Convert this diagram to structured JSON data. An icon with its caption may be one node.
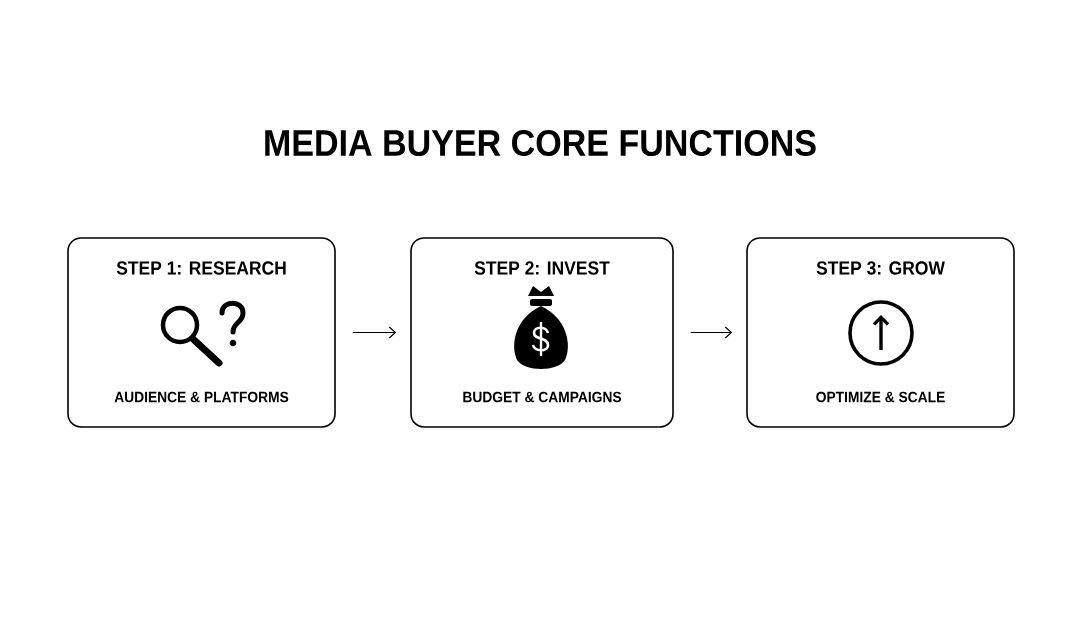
{
  "diagram": {
    "title": "MEDIA BUYER CORE FUNCTIONS",
    "nodes": [
      {
        "text": [
          "STEP 1: RESEARCH",
          "AUDIENCE & PLATFORMS"
        ]
      },
      {
        "text": [
          "STEP 2: INVEST",
          "BUDGET & CAMPAIGNS"
        ]
      },
      {
        "text": [
          "STEP 3: GROW",
          "OPTIMIZE & SCALE"
        ]
      }
    ],
    "edges": [
      {
        "from": 0,
        "to": 1,
        "arrow": "to"
      },
      {
        "from": 1,
        "to": 2,
        "arrow": "to"
      }
    ]
  }
}
